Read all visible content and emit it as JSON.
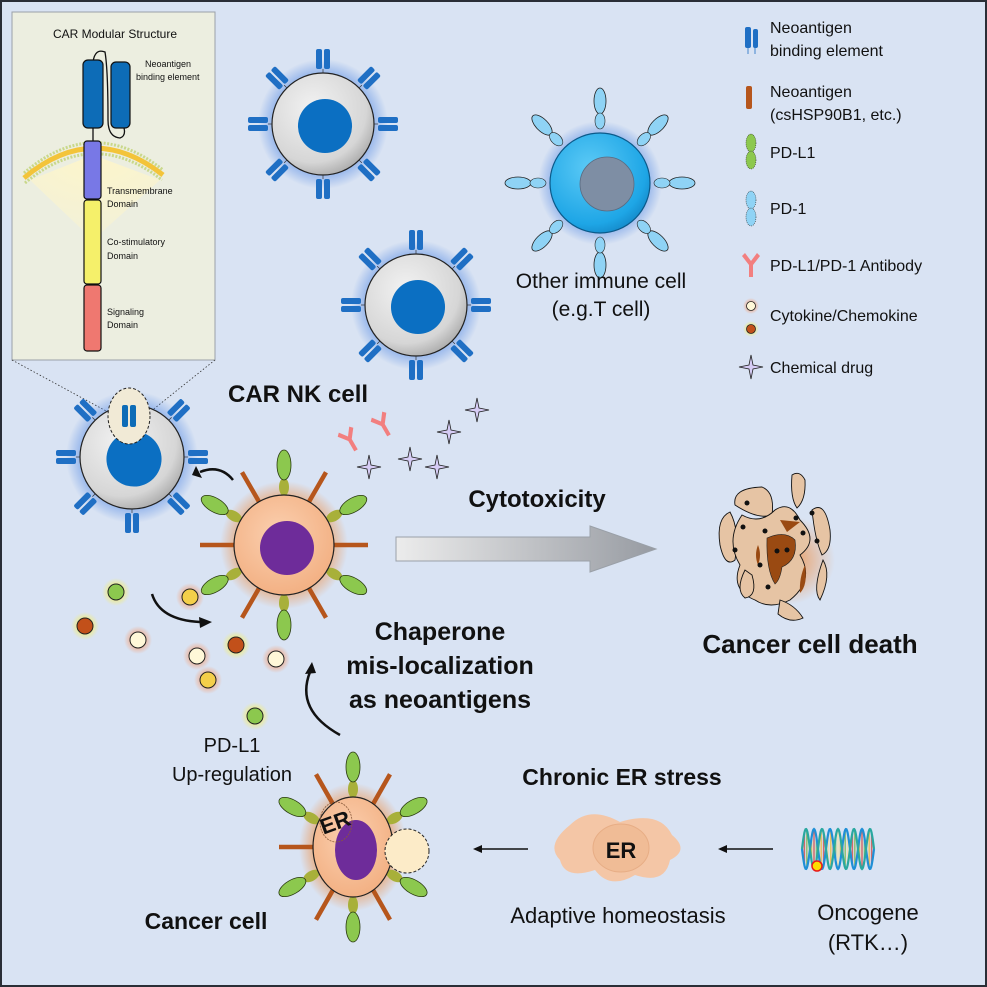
{
  "colors": {
    "background": "#d9e3f3",
    "border": "#2a2e36",
    "car_panel_bg": "#eceee0",
    "nk_cell_body": "#d8d8d8",
    "nk_nucleus": "#0b6fc2",
    "car_receptor": "#1f6fc4",
    "t_cell_body": "#28aeea",
    "t_cell_nucleus": "#7e8ea4",
    "pd1": "#8fd3f5",
    "pdl1": "#8cc84e",
    "neoantigen": "#b6561c",
    "cancer_cell_body": "#f6c09a",
    "cancer_nucleus": "#6e2c9a",
    "antibody": "#f27f7f",
    "drug_star": "#d6ccf5",
    "transmembrane": "#7878e6",
    "costim": "#f5f06a",
    "signaling": "#ef7870",
    "binding_element": "#0d6cb7",
    "arrow_gradient_start": "#e8e8e8",
    "arrow_gradient_end": "#9a9ea4",
    "dead_cell_fragment": "#e6c4a4",
    "dead_cell_core": "#9a4a12"
  },
  "car_panel": {
    "title": "CAR Modular Structure",
    "labels": {
      "binding_line1": "Neoantigen",
      "binding_line2": "binding element",
      "transmembrane_line1": "Transmembrane",
      "transmembrane_line2": "Domain",
      "costim_line1": "Co-stimulatory",
      "costim_line2": "Domain",
      "signaling_line1": "Signaling",
      "signaling_line2": "Domain"
    }
  },
  "legend": {
    "items": [
      {
        "icon": "neoantigen-binding-element-icon",
        "line1": "Neoantigen",
        "line2": "binding element"
      },
      {
        "icon": "neoantigen-icon",
        "line1": "Neoantigen",
        "line2": "(csHSP90B1, etc.)"
      },
      {
        "icon": "pd-l1-icon",
        "line1": "PD-L1",
        "line2": ""
      },
      {
        "icon": "pd-1-icon",
        "line1": "PD-1",
        "line2": ""
      },
      {
        "icon": "antibody-icon",
        "line1": "PD-L1/PD-1 Antibody",
        "line2": ""
      },
      {
        "icon": "cytokine-icon",
        "line1": "Cytokine/Chemokine",
        "line2": ""
      },
      {
        "icon": "chemical-drug-icon",
        "line1": "Chemical drug",
        "line2": ""
      }
    ]
  },
  "labels": {
    "car_nk_cell": "CAR NK cell",
    "other_immune_line1": "Other immune cell",
    "other_immune_line2": "(e.g.T cell)",
    "cytotoxicity": "Cytotoxicity",
    "cancer_cell_death": "Cancer cell death",
    "chaperone_line1": "Chaperone",
    "chaperone_line2": "mis-localization",
    "chaperone_line3": "as neoantigens",
    "pdl1_line1": "PD-L1",
    "pdl1_line2": "Up-regulation",
    "chronic_er_stress": "Chronic ER stress",
    "er_in_cancer": "ER",
    "er_in_cell": "ER",
    "cancer_cell": "Cancer cell",
    "adaptive_homeostasis": "Adaptive homeostasis",
    "oncogene_line1": "Oncogene",
    "oncogene_line2": "(RTK…)"
  }
}
